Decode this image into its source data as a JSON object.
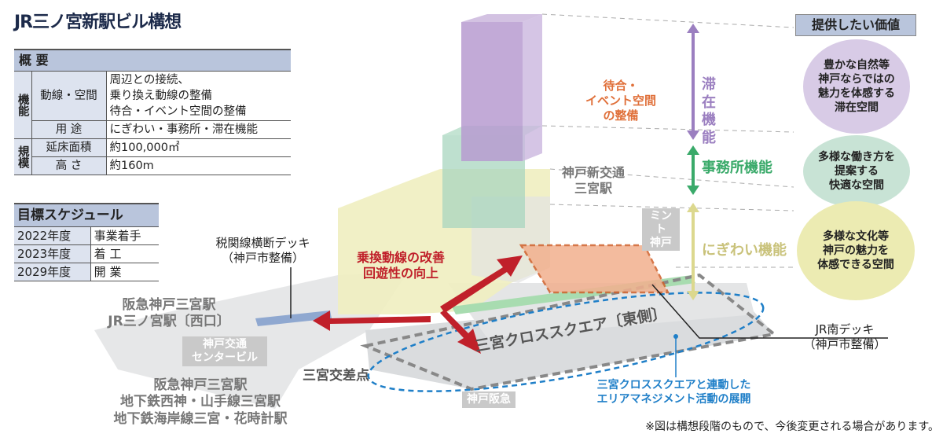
{
  "title": "JR三ノ宮新駅ビル構想",
  "overview": {
    "header": "概 要",
    "group_function": "機能",
    "group_scale": "規模",
    "rows": [
      {
        "label": "動線・空間",
        "value_lines": [
          "周辺との接続、",
          "乗り換え動線の整備",
          "待合・イベント空間の整備"
        ]
      },
      {
        "label": "用 途",
        "value": "にぎわい・事務所・滞在機能"
      },
      {
        "label": "延床面積",
        "value": "約100,000㎡"
      },
      {
        "label": "高 さ",
        "value": "約160m"
      }
    ]
  },
  "schedule": {
    "header": "目標スケジュール",
    "rows": [
      {
        "year": "2022年度",
        "event": "事業着手"
      },
      {
        "year": "2023年度",
        "event": "着 工"
      },
      {
        "year": "2029年度",
        "event": "開 業"
      }
    ]
  },
  "values": {
    "header": "提供したい価値",
    "items": [
      {
        "text": "豊かな自然等 神戸ならではの 魅力を体感する 滞在空間",
        "color": "#d8cbe6"
      },
      {
        "text": "多様な働き方を 提案する 快適な空間",
        "color": "#c8e3d5"
      },
      {
        "text": "多様な文化等 神戸の魅力を 体感できる空間",
        "color": "#ecebb2"
      }
    ]
  },
  "functions": {
    "stay": "滞 在 機 能",
    "office": "事務所機能",
    "bustle": "にぎわい機能"
  },
  "labels": {
    "waiting": "待合・ イベント空間 の整備",
    "portliner": "神戸新交通 三宮駅",
    "mint": "ミント 神戸",
    "customs_deck": "税関線横断デッキ （神戸市整備）",
    "transfer": "乗換動線の改善 回遊性の向上",
    "hankyu_jr": "阪急神戸三宮駅 JR三ノ宮駅〔西口〕",
    "kotsu_center": "神戸交通 センタービル",
    "crossing": "三宮交差点",
    "subway": "阪急神戸三宮駅 地下鉄西神・山手線三宮駅 地下鉄海岸線三宮・花時計駅",
    "cross_square": "三宮クロススクエア〔東側〕",
    "kobe_hankyu": "神戸阪急",
    "jr_south_deck": "JR南デッキ （神戸市整備）",
    "area_mgmt": "三宮クロススクエアと連動した エリアマネジメント活動の展開"
  },
  "note": "※図は構想段階のもので、今後変更される場合があります。",
  "colors": {
    "navy": "#1c2a4a",
    "purple": "#9b7fc0",
    "green": "#3aaa6a",
    "yellow": "#c9c27a",
    "red": "#c0202a",
    "orange": "#e0703a",
    "blue": "#1f7fc8"
  }
}
